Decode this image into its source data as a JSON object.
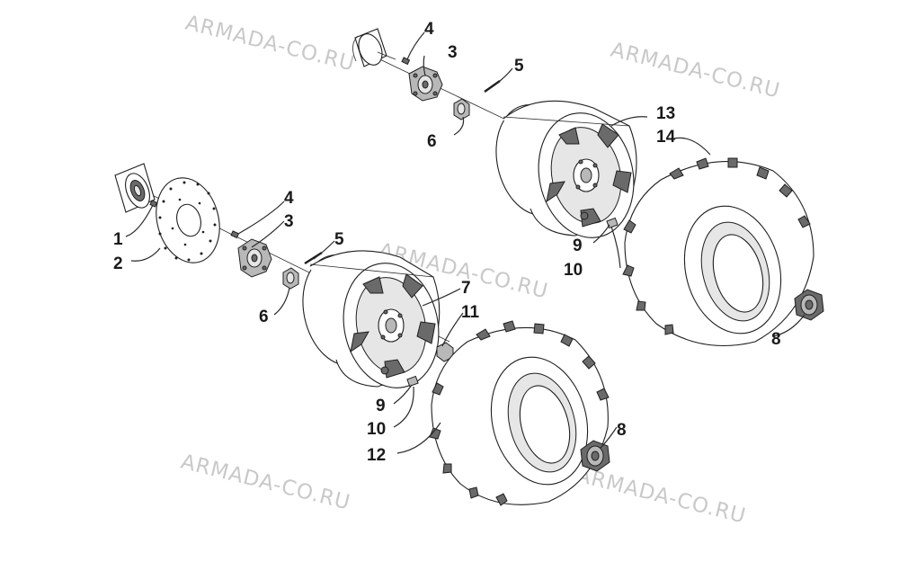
{
  "watermarks": [
    {
      "id": "wm1",
      "text": "ARMADA-CO.RU"
    },
    {
      "id": "wm2",
      "text": "ARMADA-CO.RU"
    },
    {
      "id": "wm3",
      "text": "ARMADA-CO.RU"
    },
    {
      "id": "wm4",
      "text": "ARMADA-CO.RU"
    },
    {
      "id": "wm5",
      "text": "ARMADA-CO.RU"
    }
  ],
  "callouts": [
    {
      "id": "c4a",
      "label": "4"
    },
    {
      "id": "c3a",
      "label": "3"
    },
    {
      "id": "c5a",
      "label": "5"
    },
    {
      "id": "c6a",
      "label": "6"
    },
    {
      "id": "c13",
      "label": "13"
    },
    {
      "id": "c14",
      "label": "14"
    },
    {
      "id": "c9a",
      "label": "9"
    },
    {
      "id": "c10a",
      "label": "10"
    },
    {
      "id": "c8a",
      "label": "8"
    },
    {
      "id": "c4b",
      "label": "4"
    },
    {
      "id": "c3b",
      "label": "3"
    },
    {
      "id": "c1",
      "label": "1"
    },
    {
      "id": "c5b",
      "label": "5"
    },
    {
      "id": "c2",
      "label": "2"
    },
    {
      "id": "c6b",
      "label": "6"
    },
    {
      "id": "c7",
      "label": "7"
    },
    {
      "id": "c11",
      "label": "11"
    },
    {
      "id": "c9b",
      "label": "9"
    },
    {
      "id": "c10b",
      "label": "10"
    },
    {
      "id": "c12",
      "label": "12"
    },
    {
      "id": "c8b",
      "label": "8"
    }
  ]
}
